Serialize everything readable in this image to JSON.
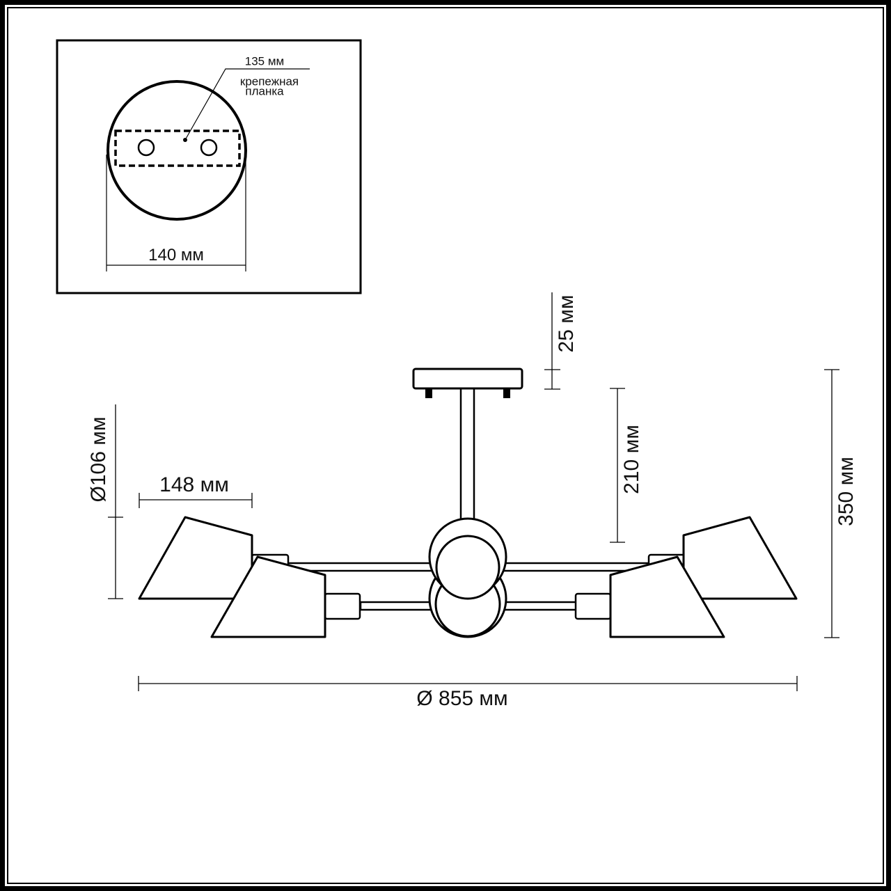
{
  "inset": {
    "bracket_length": "135 мм",
    "bracket_label_line1": "крепежная",
    "bracket_label_line2": "планка",
    "canopy_diameter": "140 мм"
  },
  "dimensions": {
    "canopy_height": "25 мм",
    "rod_length": "210 мм",
    "total_height": "350 мм",
    "shade_length": "148 мм",
    "shade_diameter": "Ø106 мм",
    "overall_diameter": "Ø 855 мм"
  },
  "colors": {
    "line": "#000000",
    "background": "#ffffff"
  }
}
